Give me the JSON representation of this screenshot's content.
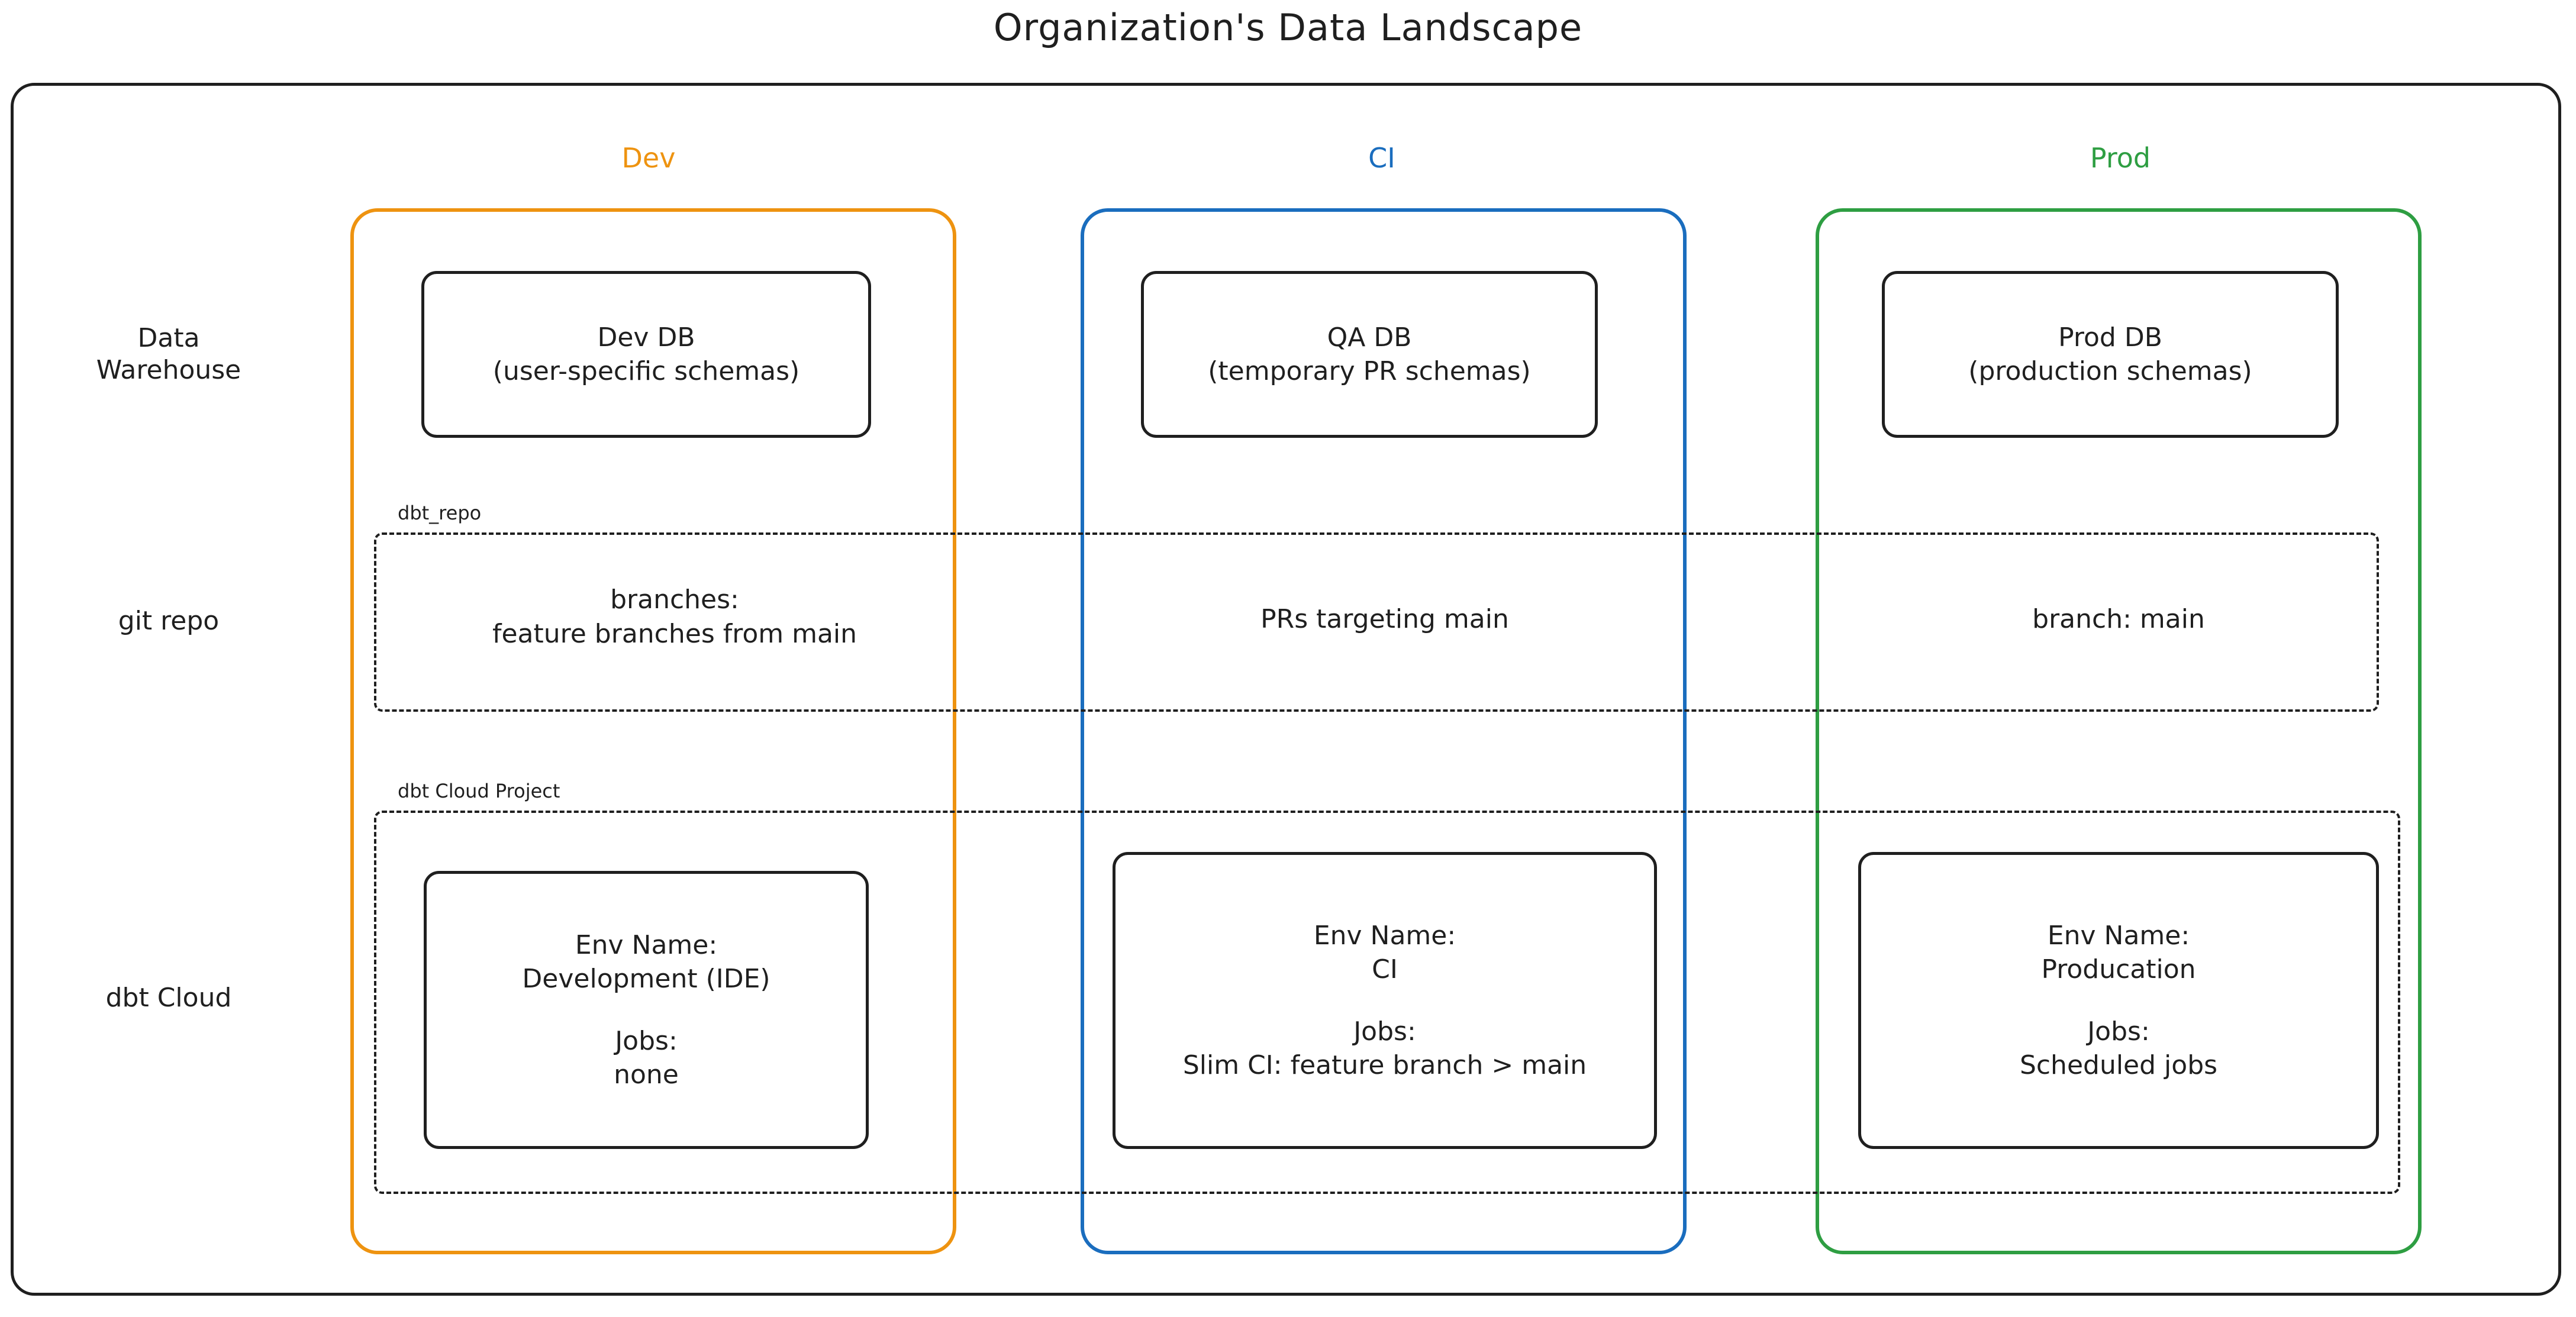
{
  "diagram": {
    "title": "Organization's Data Landscape",
    "colors": {
      "dev": "#ee9310",
      "ci": "#1a6dbe",
      "prod": "#2e9e42",
      "ink": "#1f1f1f",
      "background": "#ffffff"
    }
  },
  "columns": [
    {
      "key": "dev",
      "label": "Dev"
    },
    {
      "key": "ci",
      "label": "CI"
    },
    {
      "key": "prod",
      "label": "Prod"
    }
  ],
  "rows": [
    {
      "key": "warehouse",
      "label_line1": "Data",
      "label_line2": "Warehouse"
    },
    {
      "key": "gitrepo",
      "label_line1": "git repo",
      "label_line2": ""
    },
    {
      "key": "dbtcloud",
      "label_line1": "dbt Cloud",
      "label_line2": ""
    }
  ],
  "groups": {
    "git_repo": {
      "label": "dbt_repo"
    },
    "dbt_cloud_project": {
      "label": "dbt Cloud Project"
    }
  },
  "warehouse": {
    "dev": {
      "line1": "Dev DB",
      "line2": "(user-specific schemas)"
    },
    "ci": {
      "line1": "QA DB",
      "line2": "(temporary PR schemas)"
    },
    "prod": {
      "line1": "Prod DB",
      "line2": "(production schemas)"
    }
  },
  "git_repo": {
    "dev": {
      "line1": "branches:",
      "line2": "feature branches from main"
    },
    "ci": {
      "line1": "PRs targeting main",
      "line2": ""
    },
    "prod": {
      "line1": "branch: main",
      "line2": ""
    }
  },
  "dbt_cloud": {
    "dev": {
      "env_label": "Env Name:",
      "env_value": "Development (IDE)",
      "jobs_label": "Jobs:",
      "jobs_value": "none"
    },
    "ci": {
      "env_label": "Env Name:",
      "env_value": "CI",
      "jobs_label": "Jobs:",
      "jobs_value": "Slim CI: feature branch > main"
    },
    "prod": {
      "env_label": "Env Name:",
      "env_value": "Producation",
      "jobs_label": "Jobs:",
      "jobs_value": "Scheduled jobs"
    }
  }
}
